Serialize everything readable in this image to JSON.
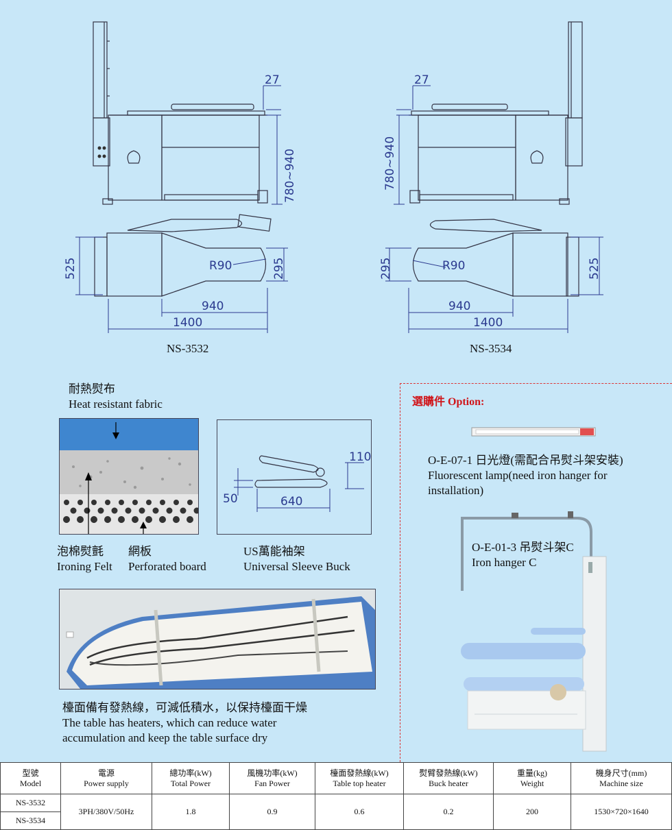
{
  "drawings": {
    "left": {
      "model": "NS-3532",
      "dims": {
        "top": "27",
        "height": "780~940",
        "width_side": "525",
        "radius": "R90",
        "nose": "295",
        "length1": "940",
        "length2": "1400"
      }
    },
    "right": {
      "model": "NS-3534",
      "dims": {
        "top": "27",
        "height": "780~940",
        "width_side": "525",
        "radius": "R90",
        "nose": "295",
        "length1": "940",
        "length2": "1400"
      }
    }
  },
  "fabric": {
    "top_zh": "耐熱熨布",
    "top_en": "Heat resistant fabric",
    "felt_zh": "泡棉熨氈",
    "felt_en": "Ironing Felt",
    "board_zh": "網板",
    "board_en": "Perforated board"
  },
  "sleeve_buck": {
    "dims": {
      "a": "110",
      "b": "50",
      "c": "640"
    },
    "zh": "US萬能袖架",
    "en": "Universal Sleeve Buck"
  },
  "heater": {
    "zh": "檯面備有發熱線，可減低積水，以保持檯面干燥",
    "en_line1": "The table has heaters, which can reduce water",
    "en_line2": "accumulation and keep the table surface dry"
  },
  "option": {
    "title": "選購件 Option:",
    "lamp_zh": "O-E-07-1 日光燈(需配合吊熨斗架安裝)",
    "lamp_en_line1": "Fluorescent lamp(need iron hanger for",
    "lamp_en_line2": "installation)",
    "hanger_zh": "O-E-01-3 吊熨斗架C",
    "hanger_en": "Iron hanger C"
  },
  "spec_table": {
    "headers": [
      {
        "zh": "型號",
        "en": "Model"
      },
      {
        "zh": "電源",
        "en": "Power supply"
      },
      {
        "zh": "總功率(kW)",
        "en": "Total Power"
      },
      {
        "zh": "風機功率(kW)",
        "en": "Fan Power"
      },
      {
        "zh": "檯面發熱線(kW)",
        "en": "Table top heater"
      },
      {
        "zh": "熨臂發熱線(kW)",
        "en": "Buck heater"
      },
      {
        "zh": "重量(kg)",
        "en": "Weight"
      },
      {
        "zh": "機身尺寸(mm)",
        "en": "Machine size"
      }
    ],
    "models": [
      "NS-3532",
      "NS-3534"
    ],
    "values": {
      "power_supply": "3PH/380V/50Hz",
      "total_power": "1.8",
      "fan_power": "0.9",
      "table_top_heater": "0.6",
      "buck_heater": "0.2",
      "weight": "200",
      "machine_size": "1530×720×1640"
    }
  }
}
